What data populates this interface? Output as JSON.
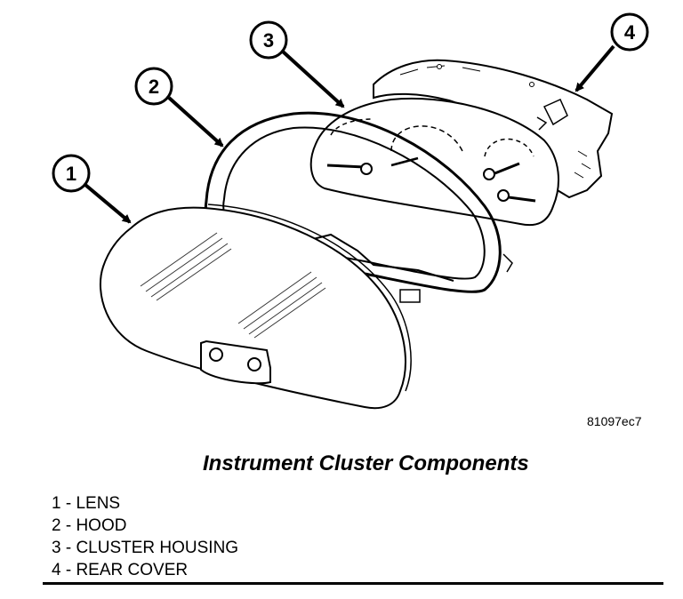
{
  "diagram": {
    "callouts": [
      {
        "num": "1"
      },
      {
        "num": "2"
      },
      {
        "num": "3"
      },
      {
        "num": "4"
      }
    ]
  },
  "figure_ref": "81097ec7",
  "caption": "Instrument Cluster Components",
  "legend": [
    "1 - LENS",
    "2 - HOOD",
    "3 - CLUSTER HOUSING",
    "4 - REAR COVER"
  ]
}
